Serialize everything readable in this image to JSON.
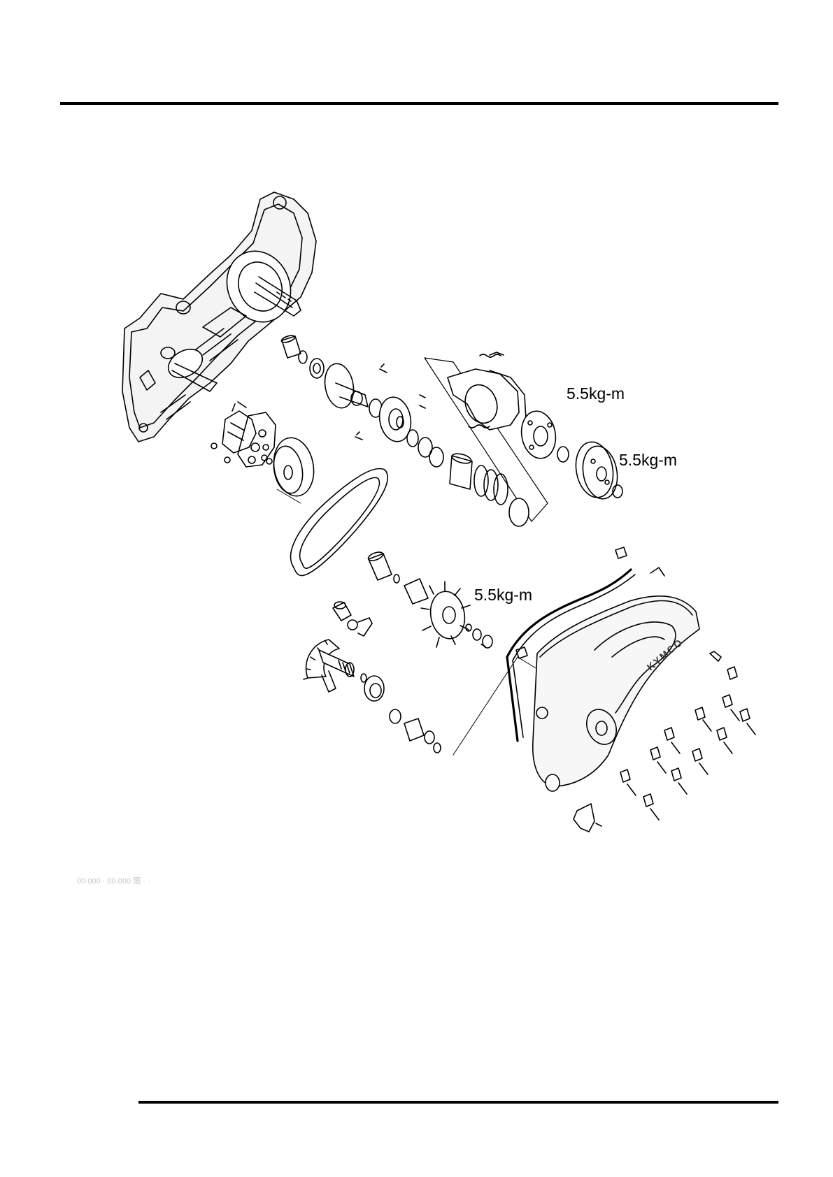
{
  "torque_labels": {
    "clutch": "5.5kg-m",
    "clutch_nut": "5.5kg-m",
    "drive_face_nut": "5.5kg-m"
  },
  "figure": {
    "logo_text": "KYMCO"
  },
  "footer": {
    "faint_text": "00.000 · 00.000 图 · ·"
  },
  "colors": {
    "line": "#000000",
    "background": "#ffffff"
  }
}
